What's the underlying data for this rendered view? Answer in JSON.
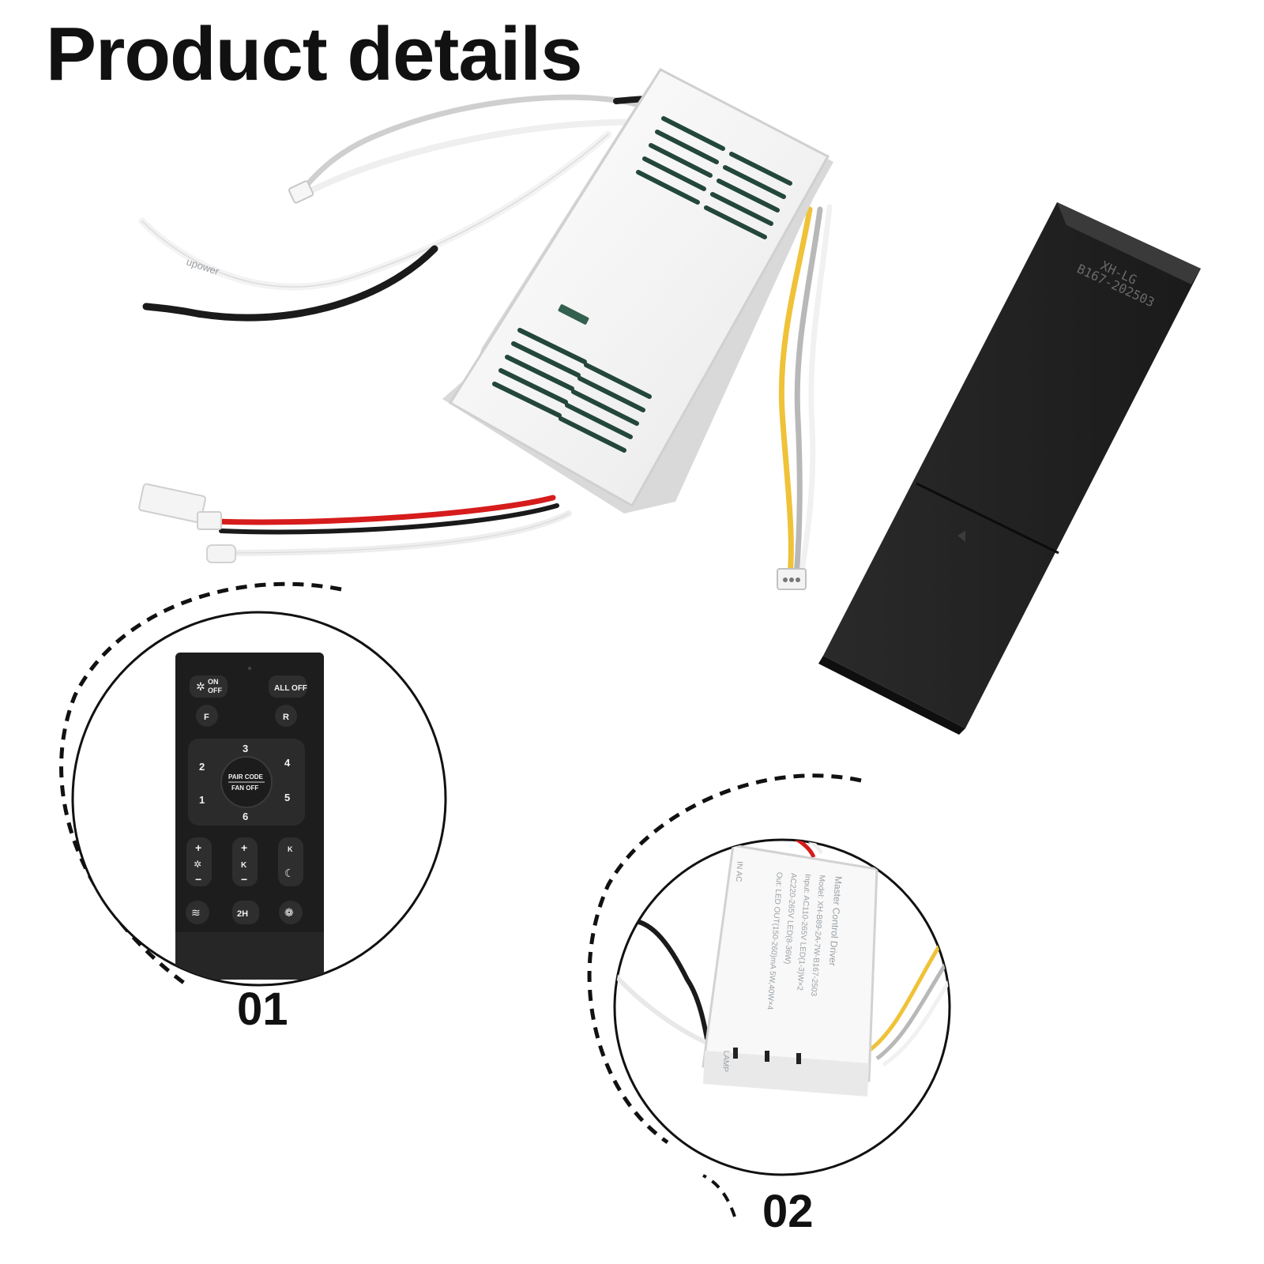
{
  "page": {
    "title": "Product details"
  },
  "receiver": {
    "wire_print": "upower"
  },
  "remote_back": {
    "print_line1": "XH-LG",
    "print_line2": "B167-202503"
  },
  "callouts": [
    {
      "number": "01",
      "remote_buttons": {
        "on_off_top": "ON",
        "on_off_bottom": "OFF",
        "all_off": "ALL OFF",
        "forward": "F",
        "reverse": "R",
        "speed_3": "3",
        "speed_4": "4",
        "speed_2": "2",
        "speed_5": "5",
        "speed_1": "1",
        "speed_6": "6",
        "pair_code": "PAIR CODE",
        "fan_off": "FAN OFF",
        "plus_1": "+",
        "minus_1": "−",
        "plus_2": "+",
        "minus_2": "−",
        "k_top": "K",
        "k_mid": "K",
        "timer_2h": "2H"
      }
    },
    {
      "number": "02",
      "driver_label": {
        "line1": "Master Control Driver",
        "line2": "Model: XH-B89-2A-7W-B167-2503",
        "line3": "Input: AC110-265V LED(1-3)W×2",
        "line4": "AC220-265V LED(8-36W)",
        "line5": "Out: LED OUT(150-260)mA 5W,40W×4",
        "in_tag": "IN AC",
        "out_tag": "LAMP"
      }
    }
  ]
}
